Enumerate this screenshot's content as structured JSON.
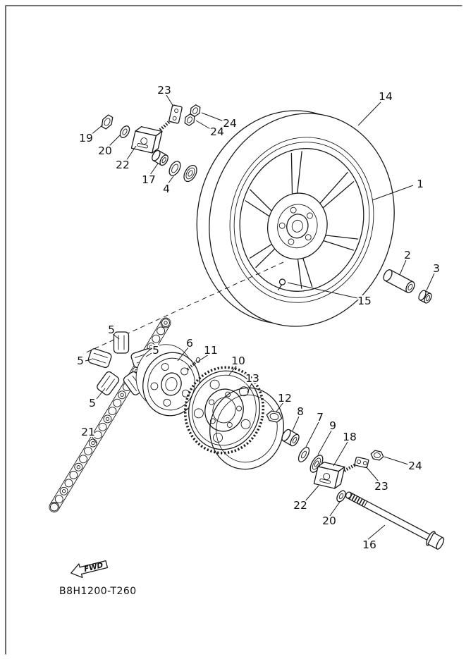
{
  "diagram": {
    "code": "B8H1200-T260",
    "fwd_label": "FWD",
    "line_color": "#1a1a1a",
    "background": "#ffffff"
  },
  "callouts": {
    "c1": "1",
    "c2": "2",
    "c3": "3",
    "c4": "4",
    "c5a": "5",
    "c5b": "5",
    "c5c": "5",
    "c5d": "5",
    "c6": "6",
    "c7": "7",
    "c8": "8",
    "c9": "9",
    "c10": "10",
    "c11": "11",
    "c12": "12",
    "c13": "13",
    "c14": "14",
    "c15": "15",
    "c16": "16",
    "c17": "17",
    "c18": "18",
    "c19": "19",
    "c20t": "20",
    "c20b": "20",
    "c21": "21",
    "c22t": "22",
    "c22b": "22",
    "c23t": "23",
    "c23b": "23",
    "c24a": "24",
    "c24b": "24",
    "c24c": "24"
  }
}
